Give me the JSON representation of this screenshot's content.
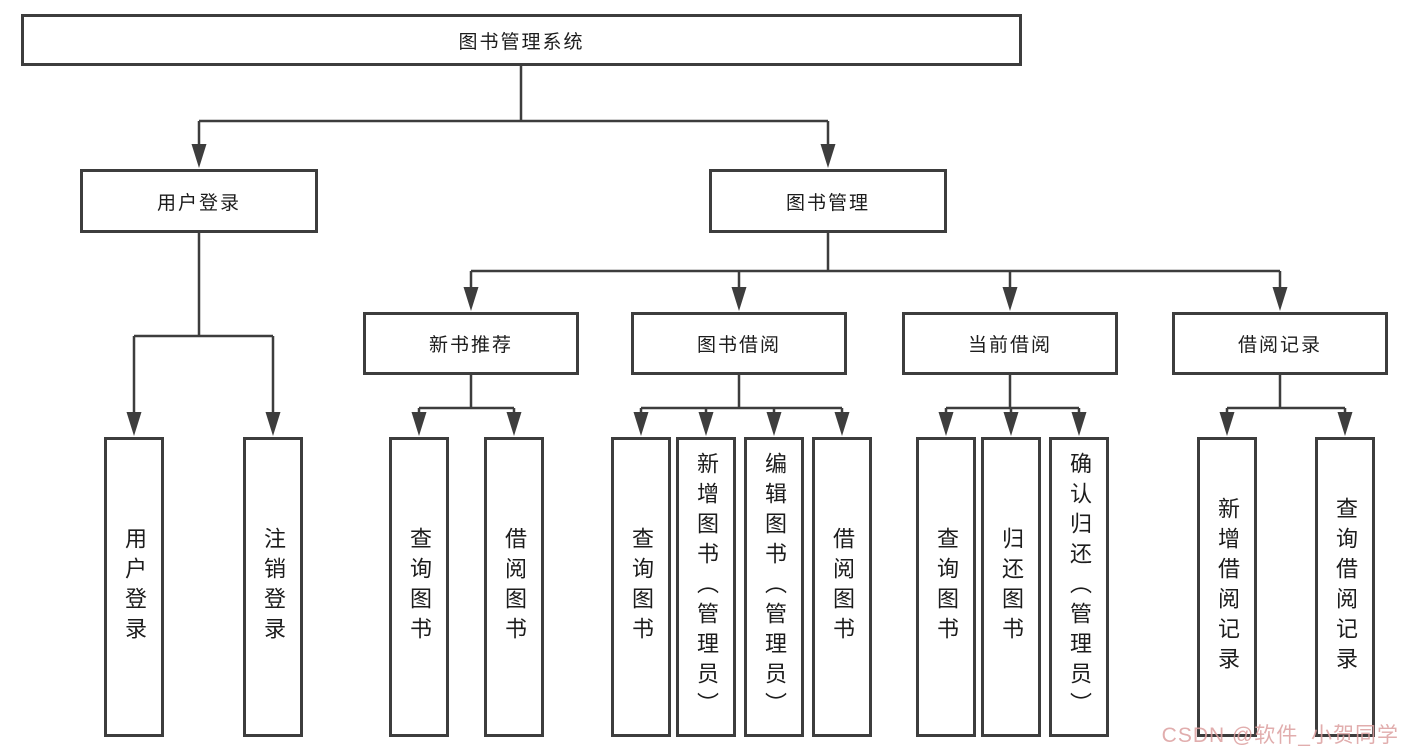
{
  "diagram": {
    "title_note": "functional decomposition tree",
    "root": "图书管理系统",
    "level2": [
      "用户登录",
      "图书管理"
    ],
    "level3": [
      "新书推荐",
      "图书借阅",
      "当前借阅",
      "借阅记录"
    ],
    "leaves_user_login": [
      "用户登录",
      "注销登录"
    ],
    "leaves_new_book": [
      "查询图书",
      "借阅图书"
    ],
    "leaves_book_borrow": [
      "查询图书",
      "新增图书（管理员）",
      "编辑图书（管理员）",
      "借阅图书"
    ],
    "leaves_current_borrow": [
      "查询图书",
      "归还图书",
      "确认归还（管理员）"
    ],
    "leaves_borrow_records": [
      "新增借阅记录",
      "查询借阅记录"
    ],
    "line_color": "#3d3d3d",
    "box_background": "#ffffff",
    "text_color": "#1c1c1c"
  },
  "watermark": {
    "text": "CSDN @软件_小贺同学",
    "color": "#dc9f9f"
  }
}
